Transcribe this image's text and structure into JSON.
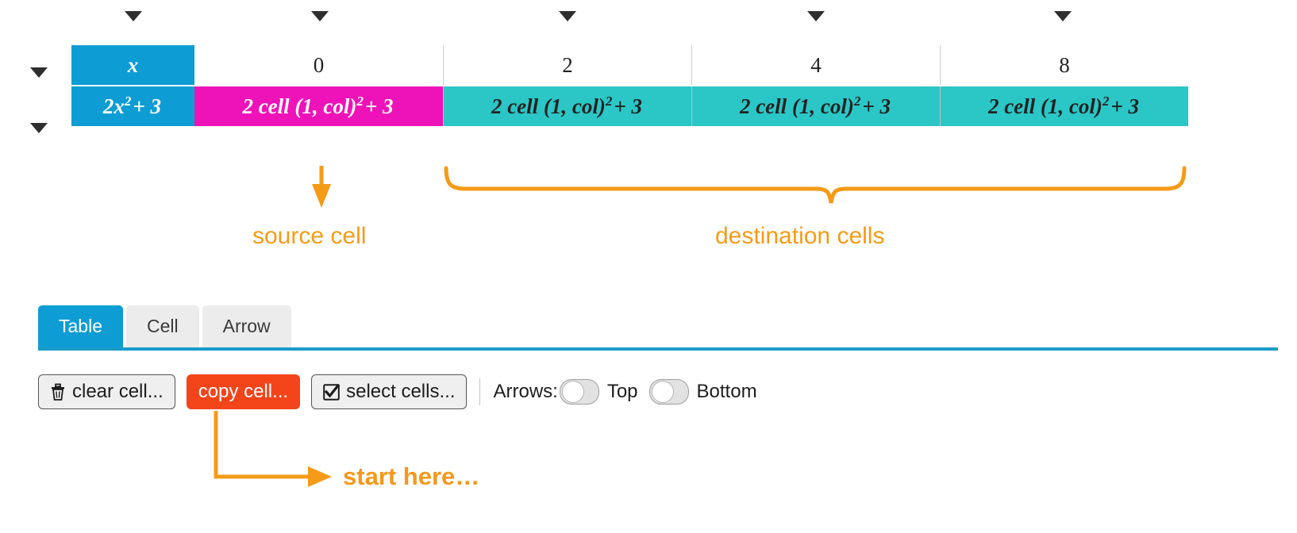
{
  "table": {
    "column_arrows": [
      "chevron-down-icon",
      "chevron-down-icon",
      "chevron-down-icon",
      "chevron-down-icon",
      "chevron-down-icon"
    ],
    "row_arrows": [
      "chevron-down-icon",
      "chevron-down-icon"
    ],
    "header_row": {
      "label": "x",
      "values": [
        "0",
        "2",
        "4",
        "8"
      ]
    },
    "formula_row": {
      "label_prefix": "2x",
      "label_sup": "2",
      "label_suffix": "+ 3",
      "label_full": "2x² + 3",
      "cell_prefix": "2 cell (1, col)",
      "cell_sup": "2",
      "cell_suffix": "+ 3",
      "cell_full": "2 cell (1, col)² + 3",
      "cells": [
        {
          "role": "source",
          "color": "#ee13b8"
        },
        {
          "role": "destination",
          "color": "#2bc6c6"
        },
        {
          "role": "destination",
          "color": "#2bc6c6"
        },
        {
          "role": "destination",
          "color": "#2bc6c6"
        }
      ]
    },
    "colors": {
      "header_blue": "#0d9dd4",
      "source_magenta": "#ee13b8",
      "destination_teal": "#2bc6c6",
      "grid_line": "#cfcfcf"
    }
  },
  "annotations": {
    "source_cell": "source cell",
    "destination_cells": "destination cells",
    "start_here": "start here…",
    "accent_color": "#f59b18"
  },
  "tabs": [
    {
      "label": "Table",
      "active": true
    },
    {
      "label": "Cell",
      "active": false
    },
    {
      "label": "Arrow",
      "active": false
    }
  ],
  "toolbar": {
    "clear_cell": {
      "label": "clear cell...",
      "icon": "trash-icon"
    },
    "copy_cell": {
      "label": "copy cell...",
      "color": "#f4441a"
    },
    "select_cells": {
      "label": "select cells...",
      "icon": "checkbox-checked-icon"
    },
    "arrows_label": "Arrows:",
    "toggle_top": {
      "label": "Top",
      "state": "off"
    },
    "toggle_bottom": {
      "label": "Bottom",
      "state": "off"
    }
  }
}
